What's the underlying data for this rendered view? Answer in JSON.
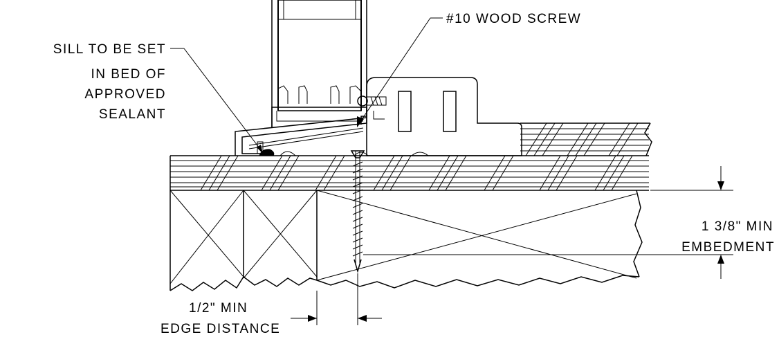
{
  "labels": {
    "sealant": [
      "SILL TO BE SET",
      "IN BED OF",
      "APPROVED",
      "SEALANT"
    ],
    "screw": "#10 WOOD SCREW",
    "embedment": [
      "1 3/8\" MIN",
      "EMBEDMENT"
    ],
    "edge": [
      "1/2\" MIN",
      "EDGE DISTANCE"
    ]
  },
  "colors": {
    "line": "#000000",
    "background": "#ffffff"
  }
}
